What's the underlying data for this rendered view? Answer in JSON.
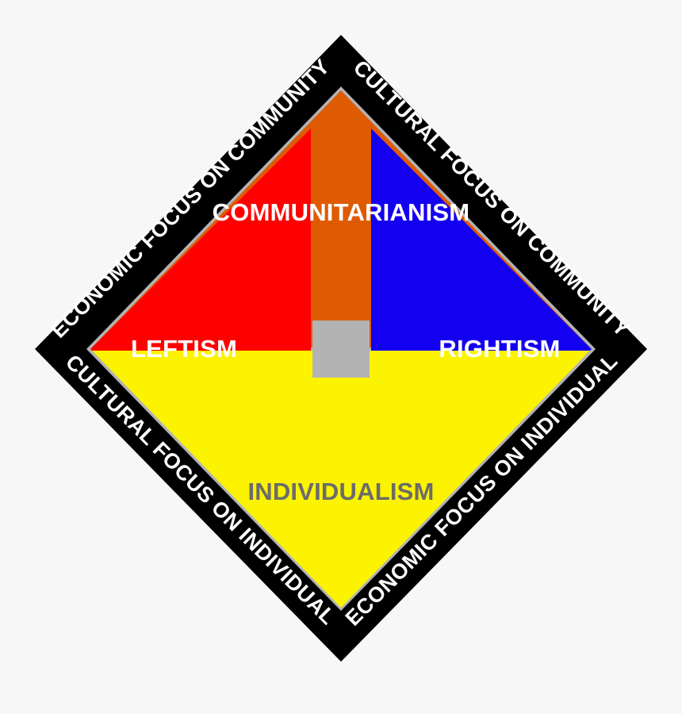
{
  "diagram": {
    "title": "Two-axis political compass diamond",
    "shape": "diamond",
    "background_color": "#f7f7f7",
    "border_color": "#000000",
    "divider_color": "#b3b3b3",
    "center": {
      "name": "center-square",
      "color": "#b3b3b3",
      "label": ""
    },
    "quadrants": [
      {
        "id": "communitarianism",
        "label": "COMMUNITARIANISM",
        "color": "#de5b04",
        "text_color": "#ffffff",
        "position": "top"
      },
      {
        "id": "leftism",
        "label": "LEFTISM",
        "color": "#ff0000",
        "text_color": "#ffffff",
        "position": "left"
      },
      {
        "id": "rightism",
        "label": "RIGHTISM",
        "color": "#1400f0",
        "text_color": "#ffffff",
        "position": "right"
      },
      {
        "id": "individualism",
        "label": "INDIVIDUALISM",
        "color": "#fbf300",
        "text_color": "#6b6b6b",
        "position": "bottom"
      }
    ],
    "edges": [
      {
        "id": "edge-top-left",
        "label": "ECONOMIC FOCUS ON COMMUNITY",
        "text_color": "#ffffff",
        "position": "top-left"
      },
      {
        "id": "edge-top-right",
        "label": "CULTURAL FOCUS ON COMMUNITY",
        "text_color": "#ffffff",
        "position": "top-right"
      },
      {
        "id": "edge-bottom-left",
        "label": "CULTURAL FOCUS ON INDIVIDUAL",
        "text_color": "#ffffff",
        "position": "bottom-left"
      },
      {
        "id": "edge-bottom-right",
        "label": "ECONOMIC FOCUS ON INDIVIDUAL",
        "text_color": "#ffffff",
        "position": "bottom-right"
      }
    ]
  },
  "chart_data": {
    "type": "diagram",
    "title": "Political quadrant diamond",
    "categories": [
      "COMMUNITARIANISM",
      "LEFTISM",
      "RIGHTISM",
      "INDIVIDUALISM"
    ],
    "axes": [
      {
        "name": "ECONOMIC FOCUS ON COMMUNITY",
        "side": "top-left"
      },
      {
        "name": "CULTURAL FOCUS ON COMMUNITY",
        "side": "top-right"
      },
      {
        "name": "CULTURAL FOCUS ON INDIVIDUAL",
        "side": "bottom-left"
      },
      {
        "name": "ECONOMIC FOCUS ON INDIVIDUAL",
        "side": "bottom-right"
      }
    ],
    "legend": [],
    "grid": false
  }
}
